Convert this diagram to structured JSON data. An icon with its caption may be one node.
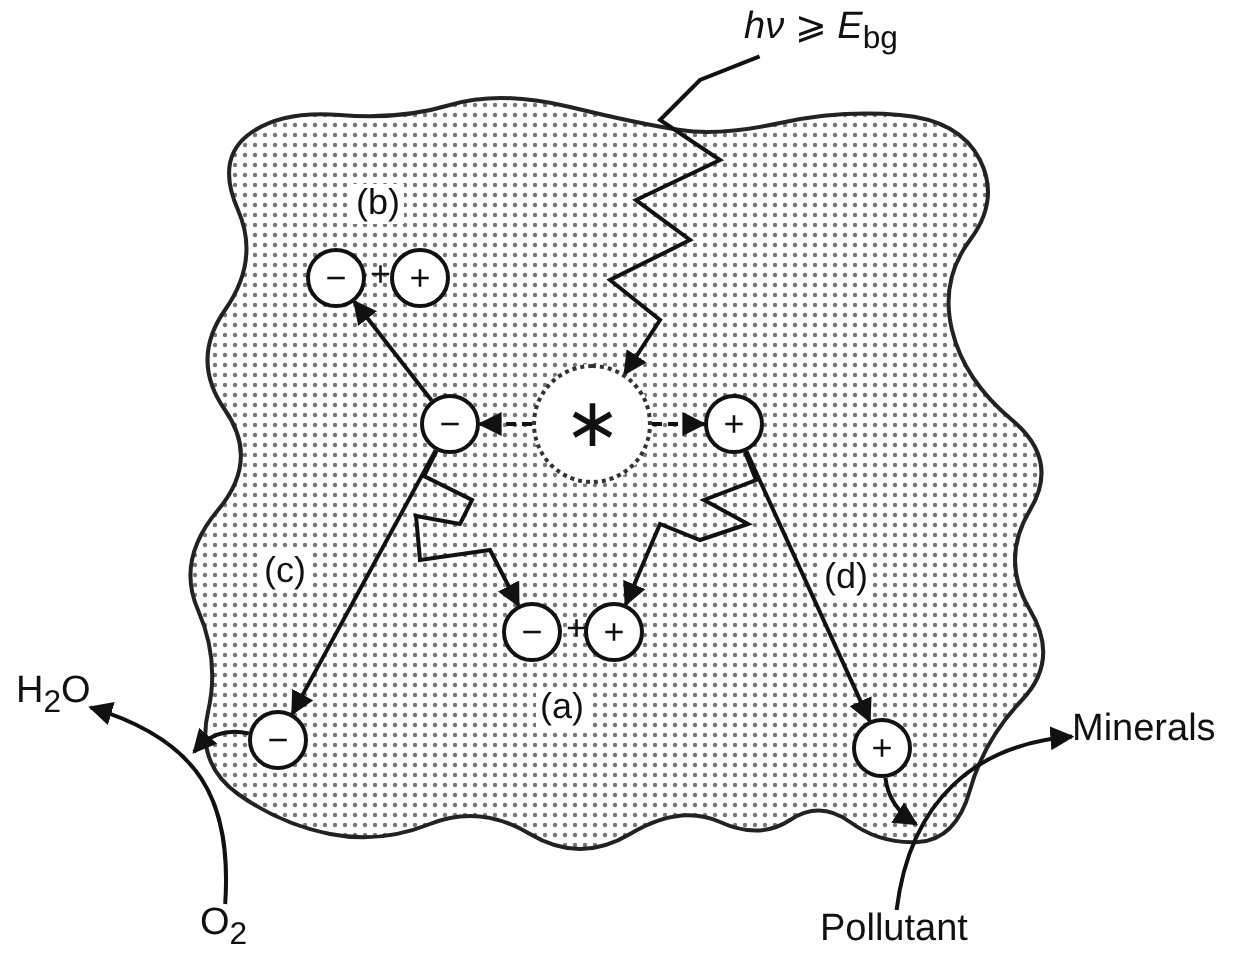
{
  "diagram": {
    "nodes": [
      {
        "text": [
          "*hν* ⩾ *E*$_{bg}$"
        ]
      },
      {
        "text": [
          "∗"
        ]
      },
      {
        "text": [
          "−"
        ]
      },
      {
        "text": [
          "+"
        ]
      },
      {
        "text": [
          "−"
        ]
      },
      {
        "text": [
          "+"
        ]
      },
      {
        "text": [
          "−"
        ]
      },
      {
        "text": [
          "+"
        ]
      },
      {
        "text": [
          "−"
        ]
      },
      {
        "text": [
          "+"
        ]
      },
      {
        "text": [
          "H$_{2}$O"
        ]
      },
      {
        "text": [
          "O$_{2}$"
        ]
      },
      {
        "text": [
          "Minerals"
        ]
      },
      {
        "text": [
          "Pollutant"
        ]
      }
    ],
    "edges": [
      {
        "from": 0,
        "to": 1,
        "arrow": "to"
      },
      {
        "from": 1,
        "to": 2,
        "arrow": "to",
        "style": "dashed"
      },
      {
        "from": 1,
        "to": 3,
        "arrow": "to",
        "style": "dashed"
      },
      {
        "from": 2,
        "to": 4,
        "arrow": "to"
      },
      {
        "from": 2,
        "to": 6,
        "arrow": "to"
      },
      {
        "from": 3,
        "to": 7,
        "arrow": "to"
      },
      {
        "from": 2,
        "to": 8,
        "arrow": "to"
      },
      {
        "from": 3,
        "to": 9,
        "arrow": "to"
      },
      {
        "from": 11,
        "to": 10,
        "arrow": "to"
      },
      {
        "from": 8,
        "to": null,
        "arrow": "to"
      },
      {
        "from": 9,
        "to": null,
        "arrow": "to"
      },
      {
        "from": 13,
        "to": 12,
        "arrow": "to"
      }
    ],
    "labels": [
      "(b)",
      "+",
      "(c)",
      "(d)",
      "+",
      "(a)"
    ]
  }
}
